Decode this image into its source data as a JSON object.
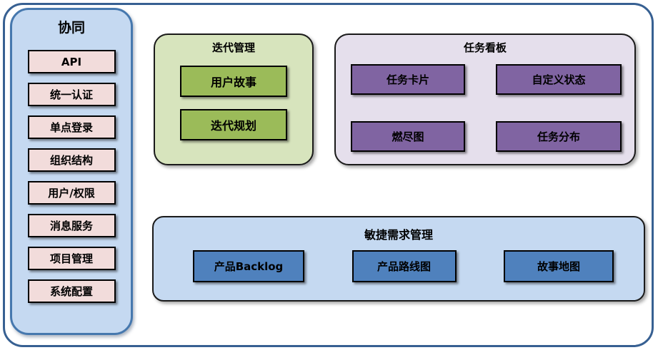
{
  "colors": {
    "outer_frame_border": "#376092",
    "sidebar_fill": "#C5D9F1",
    "sidebar_border": "#4678AE",
    "pink_item_fill": "#F2DCDB",
    "green_group_fill": "#D7E4BD",
    "green_item_fill": "#9BBB59",
    "purple_group_fill": "#E5DFEC",
    "purple_item_fill": "#8064A2",
    "blue_group_fill": "#C5D9F1",
    "blue_item_fill": "#4F81BD",
    "item_border": "#000000",
    "text": "#000000"
  },
  "sidebar": {
    "title": "协同",
    "items": [
      "API",
      "统一认证",
      "单点登录",
      "组织结构",
      "用户/权限",
      "消息服务",
      "项目管理",
      "系统配置"
    ]
  },
  "iteration": {
    "title": "迭代管理",
    "items": [
      "用户故事",
      "迭代规划"
    ]
  },
  "kanban": {
    "title": "任务看板",
    "items": [
      "任务卡片",
      "自定义状态",
      "燃尽图",
      "任务分布"
    ]
  },
  "requirements": {
    "title": "敏捷需求管理",
    "items": [
      "产品Backlog",
      "产品路线图",
      "故事地图"
    ]
  }
}
